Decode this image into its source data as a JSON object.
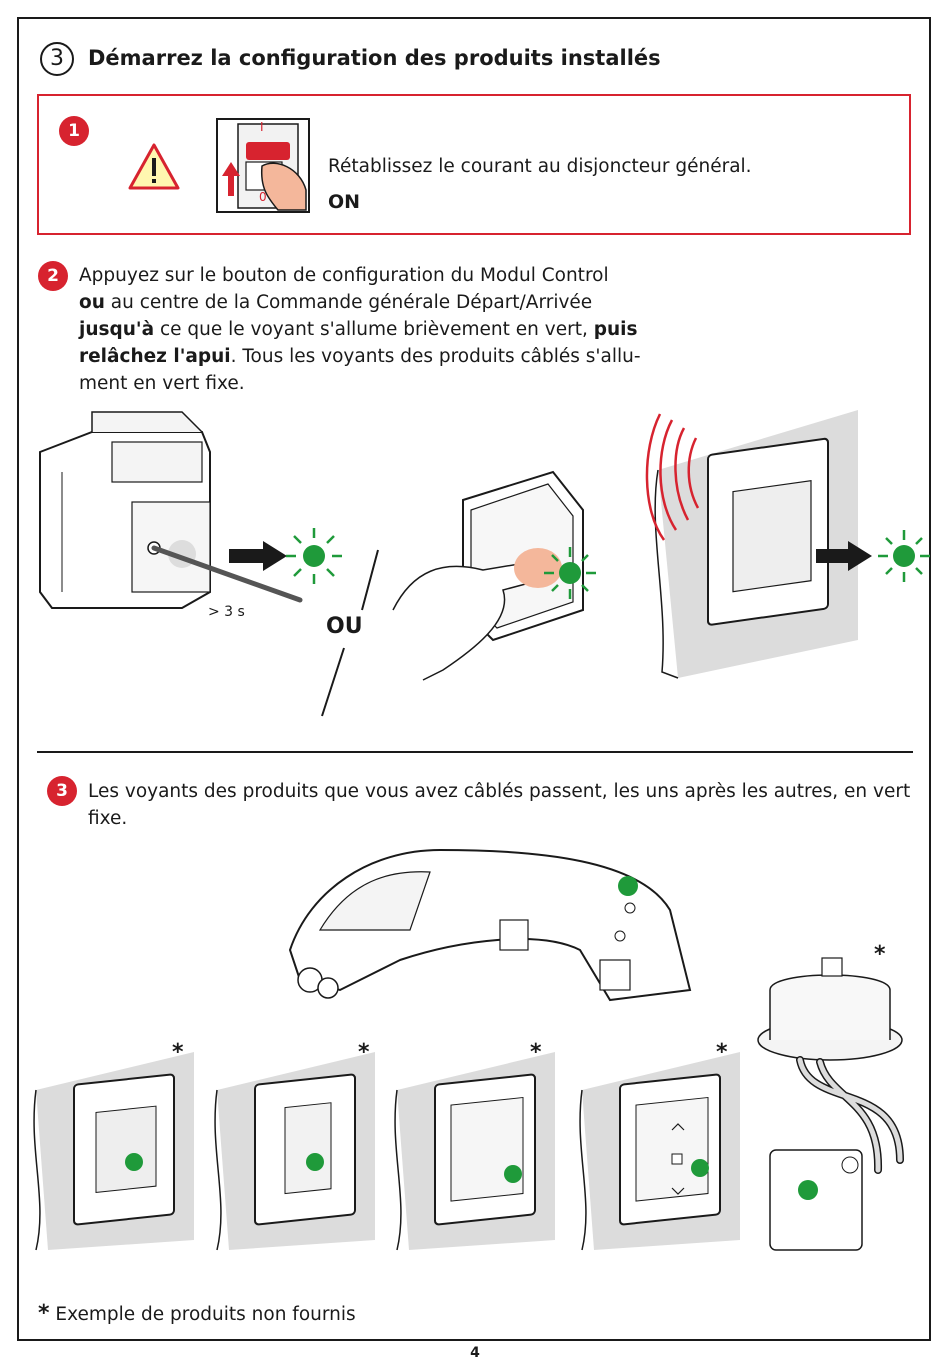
{
  "section": {
    "number": "3",
    "title": "Démarrez la configuration des produits installés"
  },
  "step1": {
    "number": "1",
    "text": "Rétablissez le courant au disjoncteur général.",
    "state": "ON",
    "switch_on_label": "I",
    "switch_off_label": "0"
  },
  "step2": {
    "number": "2",
    "line1": "Appuyez sur le bouton de configuration du Modul Control",
    "line2_bold": "ou",
    "line2_rest": " au centre de la Commande générale Départ/Arrivée",
    "line3_bold": "jusqu'à",
    "line3_rest": " ce que le voyant s'allume brièvement en vert, ",
    "line3_bold2": "puis",
    "line4_bold": "relâchez l'apui",
    "line4_rest": ". Tous les voyants des produits câblés s'allu-",
    "line5": "ment en vert fixe.",
    "duration_label": "> 3 s",
    "or_label": "OU"
  },
  "step3": {
    "number": "3",
    "line1": "Les voyants des produits que vous avez câblés passent, les uns après les autres, en vert",
    "line2": "fixe.",
    "asterisk": "*"
  },
  "footnote": {
    "star": "*",
    "text": " Exemple de produits non fournis"
  },
  "page_number": "4",
  "colors": {
    "red": "#d7232f",
    "led_green": "#1f9a3a",
    "wall_gray": "#dcdcdc"
  }
}
